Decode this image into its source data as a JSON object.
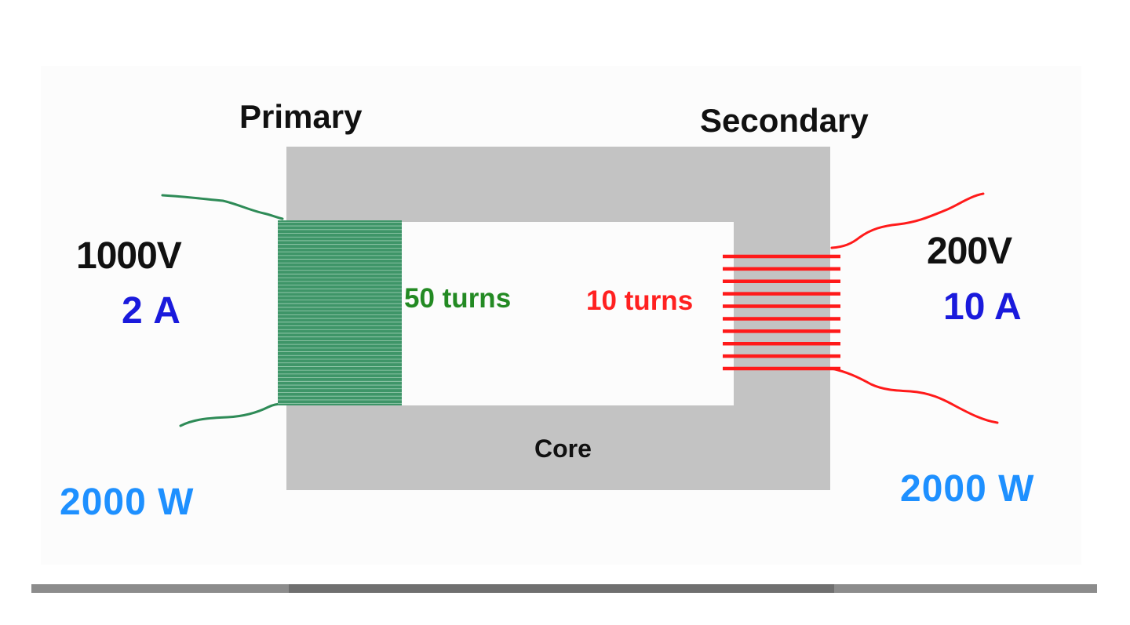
{
  "primary": {
    "title": "Primary",
    "voltage": "1000V",
    "current": "2 A",
    "power": "2000 W",
    "turns_label": "50 turns",
    "turns": 50
  },
  "secondary": {
    "title": "Secondary",
    "voltage": "200V",
    "current": "10 A",
    "power": "2000 W",
    "turns_label": "10 turns",
    "turns": 10
  },
  "core": {
    "label": "Core"
  },
  "colors": {
    "primary_wire": "#2e8b57",
    "primary_coil": "#3e9568",
    "secondary_wire": "#ff1a1a",
    "core": "#c3c3c3",
    "voltage_text": "#111111",
    "current_text": "#1a1adc",
    "power_text": "#1e90ff",
    "primary_turns_text": "#238a23",
    "secondary_turns_text": "#ff2020"
  }
}
